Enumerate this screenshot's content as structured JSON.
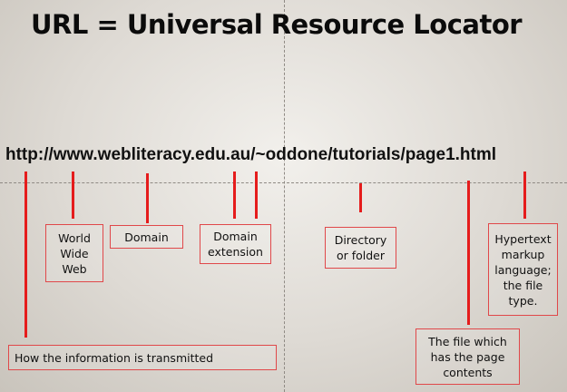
{
  "title": "URL = Universal Resource Locator",
  "url": "http://www.webliteracy.edu.au/~oddone/tutorials/page1.html",
  "labels": {
    "www": "World\nWide\nWeb",
    "domain": "Domain",
    "extension": "Domain\nextension",
    "directory": "Directory\nor folder",
    "filetype": "Hypertext\nmarkup\nlanguage;\nthe file\ntype.",
    "file": "The file which\nhas the page\ncontents",
    "protocol": "How the information is transmitted"
  },
  "colors": {
    "connector": "#e51c1c",
    "box_border": "#e0484a"
  }
}
